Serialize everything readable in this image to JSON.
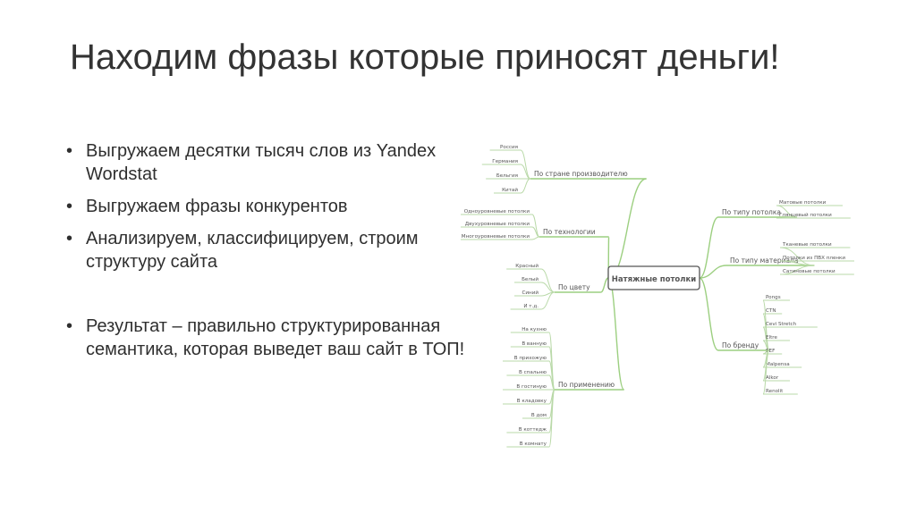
{
  "slide": {
    "title": "Находим фразы которые приносят деньги!",
    "bullets": [
      "Выгружаем десятки тысяч слов из Yandex Wordstat",
      "Выгружаем  фразы конкурентов",
      "Анализируем, классифицируем, строим структуру сайта",
      "Результат – правильно структурированная семантика, которая выведет ваш сайт в ТОП!"
    ]
  },
  "mindmap": {
    "root": "Натяжные потолки",
    "left": [
      {
        "label": "По стране производителю",
        "children": [
          "Россия",
          "Германия",
          "Бельгия",
          "Китай"
        ]
      },
      {
        "label": "По технологии",
        "children": [
          "Одноуровневые потолки",
          "Двухуровневые потолки",
          "Многоуровневые потолки"
        ]
      },
      {
        "label": "По цвету",
        "children": [
          "Красный",
          "Белый",
          "Синий",
          "И т.д."
        ]
      },
      {
        "label": "По применению",
        "children": [
          "На кухню",
          "В ванную",
          "В прихожую",
          "В спальню",
          "В гостиную",
          "В кладовку",
          "В дом",
          "В коттедж",
          "В комнату"
        ]
      }
    ],
    "right": [
      {
        "label": "По типу потолка",
        "children": [
          "Матовые потолки",
          "Глянцевый потолки"
        ]
      },
      {
        "label": "По типу материала",
        "children": [
          "Тканевые потолки",
          "Потолки из ПВХ пленки",
          "Сатиновые потолки"
        ]
      },
      {
        "label": "По бренду",
        "children": [
          "Pongs",
          "CTN",
          "Cevi Stretch",
          "Eltre",
          "SEF",
          "Malpensa",
          "Alkor",
          "Renolit"
        ]
      }
    ],
    "colors": {
      "branch": "#b9d9a8",
      "line": "#9ccf80",
      "root_border": "#555555"
    }
  }
}
